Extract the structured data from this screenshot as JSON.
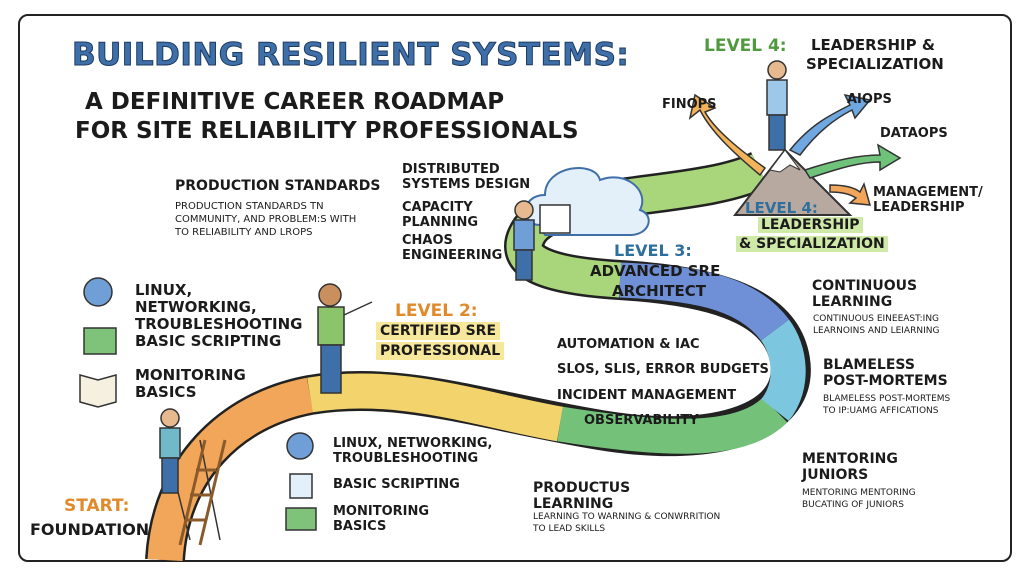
{
  "title": "Building Resilient Systems:",
  "subtitle": [
    "A Definitive Career Roadmap",
    "for Site Reliability Professionals"
  ],
  "start": {
    "prefix": "START:",
    "label": "FOUNDATION"
  },
  "left_items": [
    {
      "icon": "gear-wrench-icon",
      "label": "Linux, Networking, Troubleshooting"
    },
    {
      "icon": "terminal-icon",
      "label": "Basic Scripting"
    },
    {
      "icon": "book-icon",
      "label": "Monitoring Basics"
    }
  ],
  "bottom_items": [
    {
      "icon": "gear-wrench-icon",
      "label": "Linux, Networking, Troubleshooting"
    },
    {
      "icon": "notepad-icon",
      "label": "Basic Scripting"
    },
    {
      "icon": "monitor-icon",
      "label": "Monitoring Basics"
    }
  ],
  "production": {
    "heading": "Production Standards",
    "desc": [
      "Production standards tn",
      "community, and problem:s with",
      "to reliability and lrops"
    ]
  },
  "level2": {
    "prefix": "LEVEL 2:",
    "label": [
      "Certified SRE",
      "Professional"
    ]
  },
  "level2_items": [
    "Automation & IaC",
    "SLOs, SLIs, Error Budgets",
    "Incident Management",
    "Observability"
  ],
  "productus": {
    "heading": [
      "Productus",
      "Learning"
    ],
    "desc": [
      "Learning to warning & conwrrition",
      "to lead skills"
    ]
  },
  "level3": {
    "prefix": "LEVEL 3:",
    "label": [
      "Advanced SRE",
      "Architect"
    ]
  },
  "level3_items": [
    "Distributed Systems Design",
    "Capacity Planning",
    "Chaos Engineering"
  ],
  "right_items": [
    {
      "heading": [
        "Continuous",
        "Learning"
      ],
      "desc": [
        "Continuous eineeast:ing",
        "learnoins and leiarning"
      ]
    },
    {
      "heading": [
        "Blameless",
        "Post-Mortems"
      ],
      "desc": [
        "Blameless post-mortems",
        "to ip:uamg affications"
      ]
    },
    {
      "heading": [
        "Mentoring",
        "Juniors"
      ],
      "desc": [
        "Mentoring mentoring",
        "bucating of juniors"
      ]
    }
  ],
  "level4_top": {
    "prefix": "LEVEL 4:",
    "label": [
      "Leadership &",
      "Specialization"
    ]
  },
  "level4_mid": {
    "prefix": "LEVEL 4:",
    "label": [
      "Leadership",
      "& Specialization"
    ]
  },
  "branches": [
    "FinOps",
    "AIOps",
    "DataOps",
    "Management/ Leadership"
  ],
  "colors": {
    "title": "#3f6fa8",
    "road_orange": "#f2a65a",
    "road_yellow": "#f3d36b",
    "road_green": "#74c27a",
    "road_blue": "#6f8fd6",
    "road_cyan": "#7cc6e0"
  }
}
